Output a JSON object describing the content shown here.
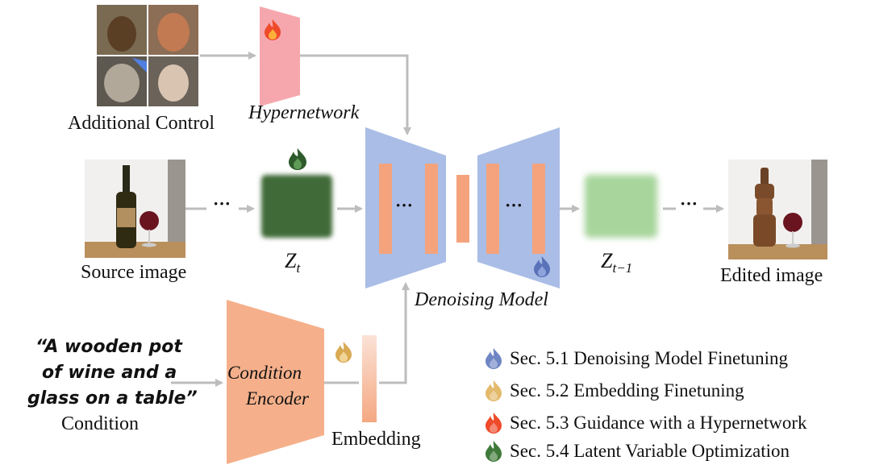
{
  "labels": {
    "additional_control": "Additional Control",
    "hypernetwork": "Hypernetwork",
    "source_image": "Source image",
    "z_t": "Z",
    "z_t_sub": "t",
    "denoising_dots_left": "···",
    "denoising_dots_right": "···",
    "denoising_model": "Denoising Model",
    "z_t1": "Z",
    "z_t1_sub": "t−1",
    "edited_image": "Edited image",
    "condition_quote_line1": "“A wooden pot",
    "condition_quote_line2": "of wine and a",
    "condition_quote_line3": "glass on a table”",
    "condition": "Condition",
    "condition_encoder_line1": "Condition",
    "condition_encoder_line2": "Encoder",
    "embedding": "Embedding",
    "dots_source": "···",
    "dots_edited": "···"
  },
  "legend": [
    {
      "text": "Sec. 5.1 Denoising Model Finetuning",
      "flame": "blue-flame-icon",
      "color": "#6f86c4"
    },
    {
      "text": "Sec. 5.2 Embedding Finetuning",
      "flame": "yellow-flame-icon",
      "color": "#e3b96b"
    },
    {
      "text": "Sec. 5.3 Guidance with a Hypernetwork",
      "flame": "red-flame-icon",
      "color": "#ef4a2a"
    },
    {
      "text": "Sec. 5.4 Latent Variable Optimization",
      "flame": "green-flame-icon",
      "color": "#3f7a3a"
    }
  ],
  "colors": {
    "hypernetwork": "#f6a7ad",
    "denoiser": "#a9bde6",
    "denoiser_bar": "#f4a37d",
    "latent_dark": "#3f6b37",
    "latent_light": "#a7d59c",
    "encoder": "#f5b08b",
    "embedding": "#f7c7b1",
    "arrow": "#bdbdbd"
  }
}
